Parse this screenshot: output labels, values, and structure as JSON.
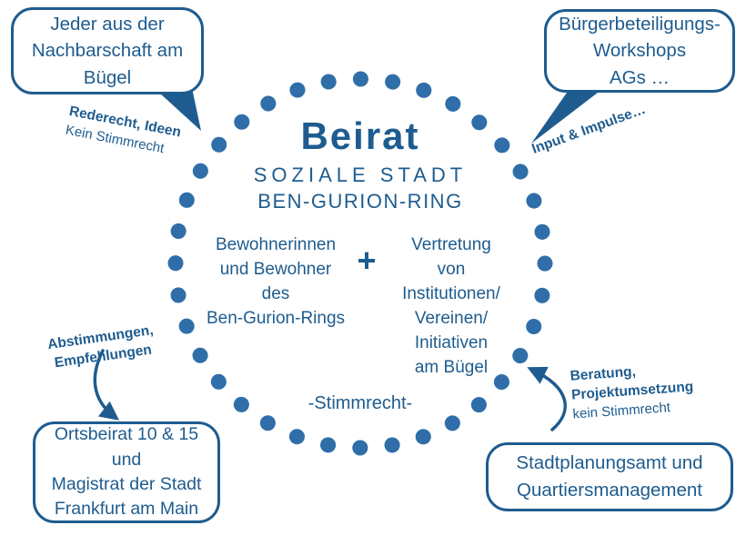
{
  "colors": {
    "text": "#1e5c8f",
    "dots": "#2f6ea8"
  },
  "circle": {
    "title": "Beirat",
    "subtitle1": "SOZIALE STADT",
    "subtitle2": "BEN-GURION-RING",
    "left_group_lines": [
      "Bewohnerinnen",
      "und Bewohner",
      "des",
      "Ben-Gurion-Rings"
    ],
    "plus": "+",
    "right_group_lines": [
      "Vertretung",
      "von",
      "Institutionen/",
      "Vereinen/",
      "Initiativen",
      "am Bügel"
    ],
    "voting_note": "-Stimmrecht-"
  },
  "bubbles": {
    "neighborhood": {
      "lines": [
        "Jeder aus der",
        "Nachbarschaft am",
        "Bügel"
      ]
    },
    "workshops": {
      "lines": [
        "Bürgerbeteiligungs-",
        "Workshops",
        "AGs …"
      ]
    },
    "city_council": {
      "lines": [
        "Ortsbeirat 10 & 15",
        "und",
        "Magistrat der Stadt",
        "Frankfurt am Main"
      ]
    },
    "planning_office": {
      "lines": [
        "Stadtplanungsamt und",
        "Quartiersmanagement"
      ]
    }
  },
  "annotations": {
    "neighborhood": {
      "line1": "Rederecht, Ideen",
      "line2": "Kein Stimmrecht"
    },
    "workshops": {
      "line1": "Input & Impulse…"
    },
    "city_council": {
      "line1": "Abstimmungen,",
      "line2": "Empfehlungen"
    },
    "planning_office": {
      "line1": "Beratung,",
      "line2": "Projektumsetzung",
      "line3": "kein Stimmrecht"
    }
  }
}
